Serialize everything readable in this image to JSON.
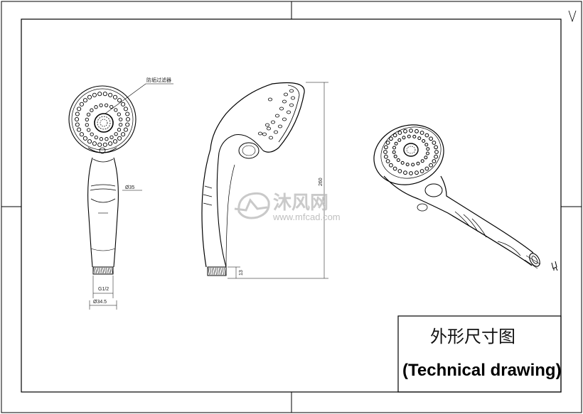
{
  "title_block": {
    "title_cn": "外形尺寸图",
    "title_en": "(Technical drawing)"
  },
  "front_view": {
    "callout_label": "防垢过滤器",
    "handle_diameter": "Ø35",
    "thread": "G1/2",
    "connector_diameter": "Ø34.5"
  },
  "side_view": {
    "overall_length": "260",
    "connector_length": "13"
  },
  "watermark": {
    "site_name": "沐风网",
    "url": "www.mfcad.com"
  },
  "colors": {
    "line": "#000000",
    "watermark": "#b9b9b9",
    "watermark_accent": "#c9c9c9"
  }
}
